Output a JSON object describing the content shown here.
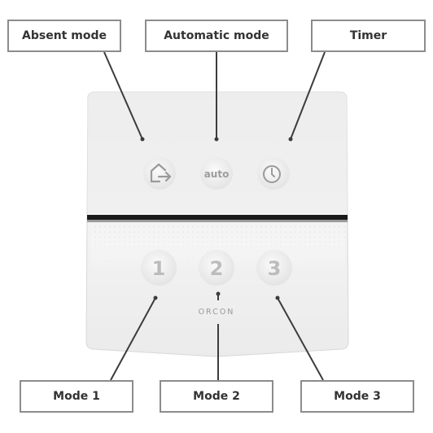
{
  "callouts": {
    "absent": "Absent mode",
    "automatic": "Automatic mode",
    "timer": "Timer",
    "mode1": "Mode 1",
    "mode2": "Mode 2",
    "mode3": "Mode 3"
  },
  "device": {
    "auto_label": "auto",
    "mode1_number": "1",
    "mode2_number": "2",
    "mode3_number": "3",
    "brand": "ORCON"
  },
  "icons": {
    "absent": "house-arrow-icon",
    "timer": "clock-icon"
  },
  "colors": {
    "callout_border": "#8c8c8c",
    "callout_text": "#333333",
    "leader_line": "#3c3c3c",
    "panel": "#f1f1f1",
    "divider": "#1a1a1a"
  }
}
